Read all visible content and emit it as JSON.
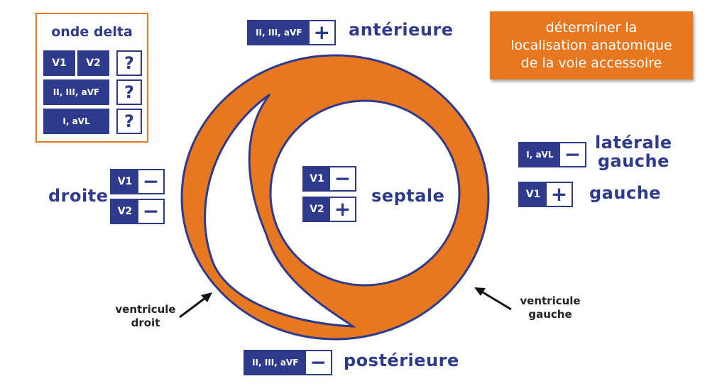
{
  "legend": {
    "title": "onde delta",
    "rows": [
      {
        "leads": [
          "V1",
          "V2"
        ],
        "sign": "?"
      },
      {
        "leads": [
          "II, III, aVF"
        ],
        "sign": "?"
      },
      {
        "leads": [
          "I, aVL"
        ],
        "sign": "?"
      }
    ]
  },
  "goal": {
    "lines": [
      "déterminer la",
      "localisation anatomique",
      "de la voie accessoire"
    ]
  },
  "regions": {
    "anterior": {
      "label": "antérieure",
      "lead": "II, III, aVF",
      "sign": "+"
    },
    "posterior": {
      "label": "postérieure",
      "lead": "II, III, aVF",
      "sign": "−"
    },
    "right": {
      "label": "droite",
      "leads": [
        {
          "lead": "V1",
          "sign": "−"
        },
        {
          "lead": "V2",
          "sign": "−"
        }
      ]
    },
    "septal": {
      "label": "septale",
      "leads": [
        {
          "lead": "V1",
          "sign": "−"
        },
        {
          "lead": "V2",
          "sign": "+"
        }
      ]
    },
    "left_lateral": {
      "label_lines": [
        "latérale",
        "gauche"
      ],
      "lead": "I, aVL",
      "sign": "−"
    },
    "left": {
      "label": "gauche",
      "lead": "V1",
      "sign": "+"
    }
  },
  "ventricles": {
    "right": [
      "ventricule",
      "droit"
    ],
    "left": [
      "ventricule",
      "gauche"
    ]
  },
  "colors": {
    "myocardium": "#e87722",
    "outline": "#2e3a8c",
    "accent": "#e87722"
  }
}
